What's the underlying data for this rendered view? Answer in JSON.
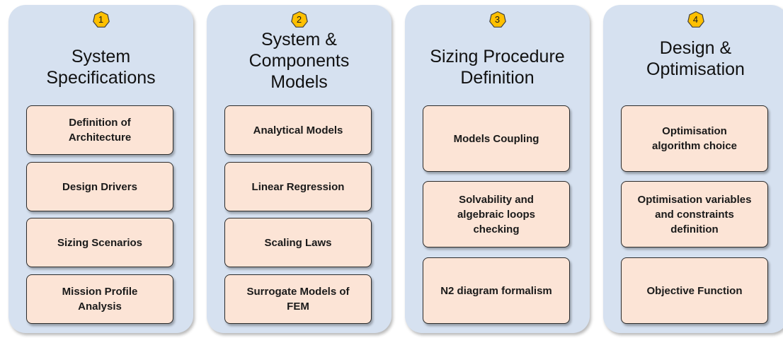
{
  "steps": [
    {
      "number": "1",
      "title": "System\nSpecifications",
      "items": [
        "Definition of\nArchitecture",
        "Design Drivers",
        "Sizing Scenarios",
        "Mission Profile\nAnalysis"
      ]
    },
    {
      "number": "2",
      "title": "System &\nComponents\nModels",
      "items": [
        "Analytical Models",
        "Linear Regression",
        "Scaling Laws",
        "Surrogate Models of\nFEM"
      ]
    },
    {
      "number": "3",
      "title": "Sizing Procedure\nDefinition",
      "items": [
        "Models Coupling",
        "Solvability and\nalgebraic loops\nchecking",
        "N2 diagram formalism"
      ]
    },
    {
      "number": "4",
      "title": "Design &\nOptimisation",
      "items": [
        "Optimisation\nalgorithm choice",
        "Optimisation variables\nand constraints\ndefinition",
        "Objective Function"
      ]
    }
  ],
  "colors": {
    "column_bg": "#d6e1f0",
    "card_bg": "#fce4d6",
    "badge_fill": "#ffc000",
    "badge_stroke": "#404040"
  }
}
